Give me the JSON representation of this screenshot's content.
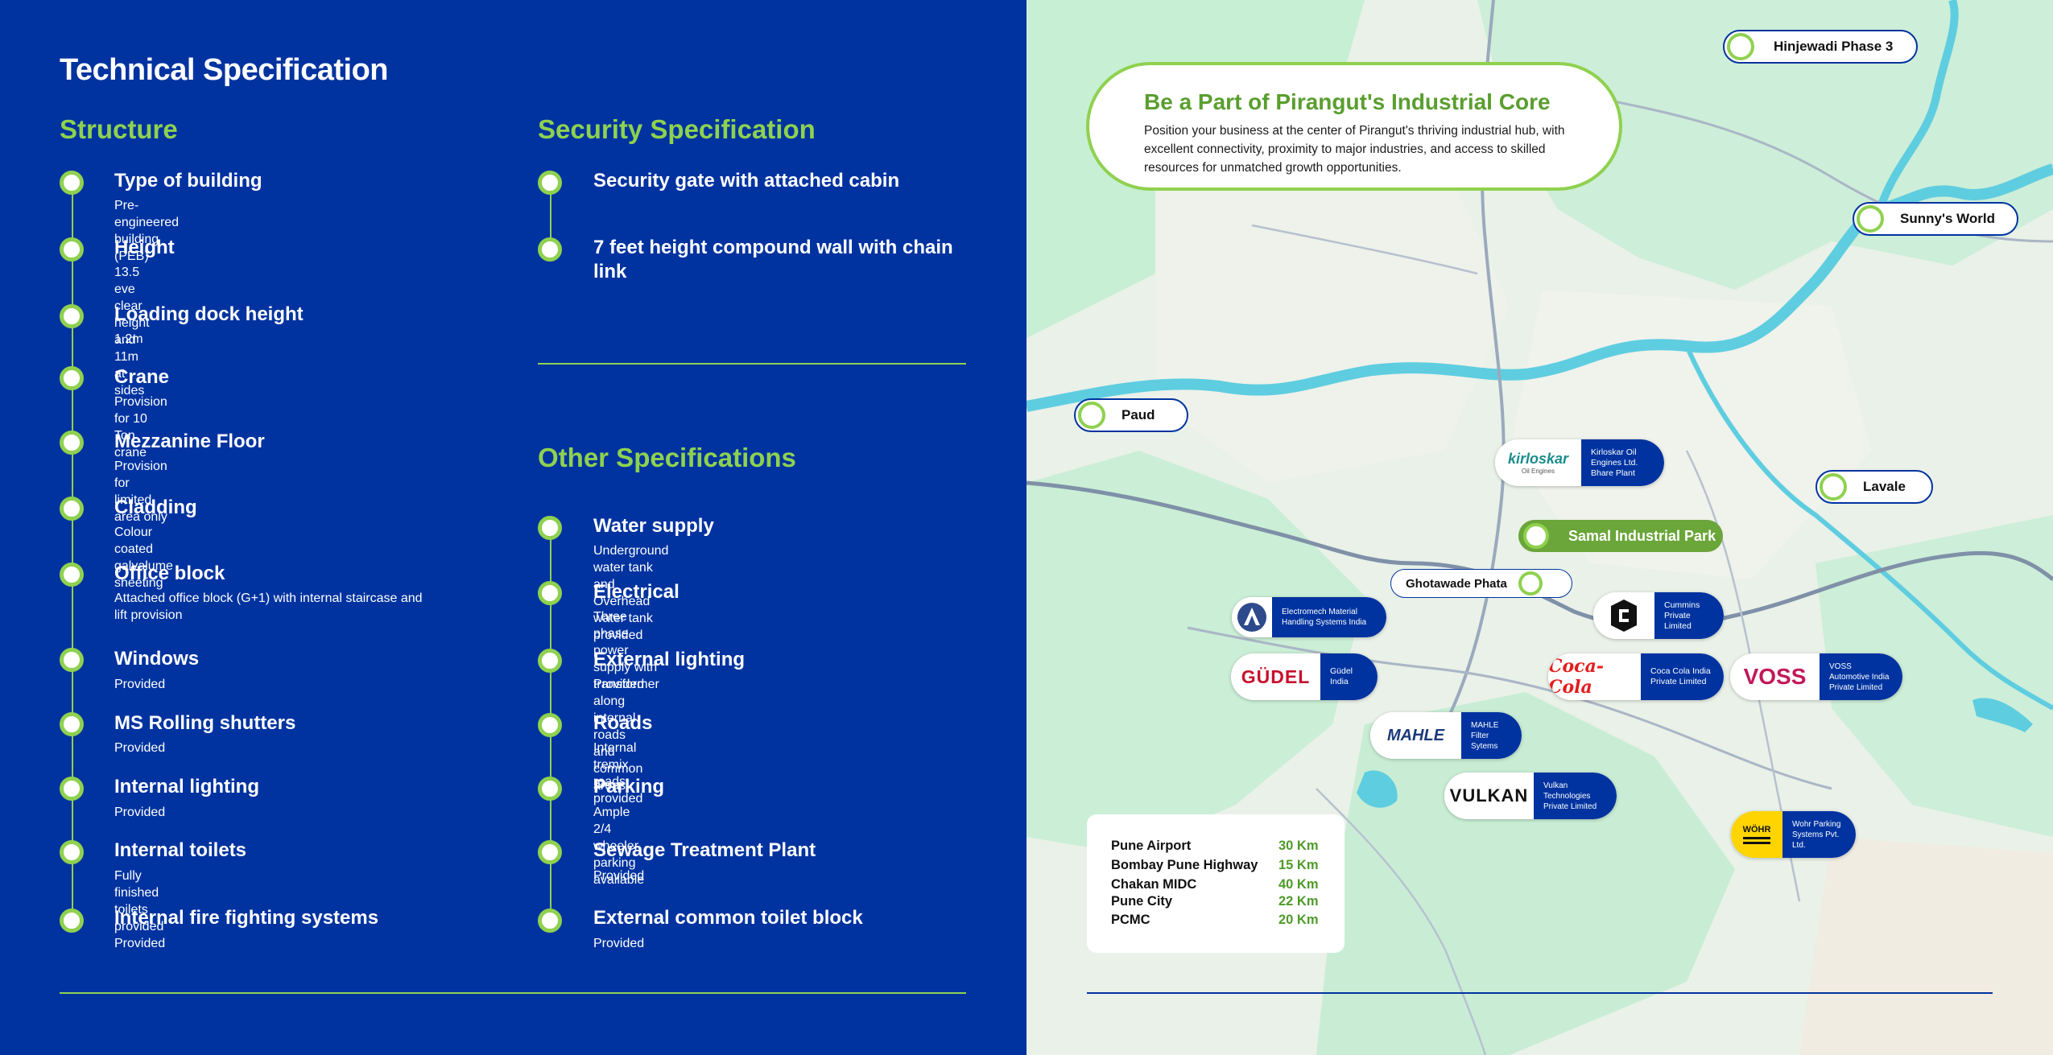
{
  "left": {
    "title": "Technical Specification",
    "structure": {
      "heading": "Structure",
      "items": [
        {
          "title": "Type of building",
          "sub": "Pre-engineered building (PEB)"
        },
        {
          "title": "Height",
          "sub": "13.5 eve clear height and 11m at sides"
        },
        {
          "title": "Loading dock height",
          "sub": "1.2m"
        },
        {
          "title": "Crane",
          "sub": "Provision for 10 Ton crane"
        },
        {
          "title": "Mezzanine Floor",
          "sub": "Provision for limited area only"
        },
        {
          "title": "Cladding",
          "sub": "Colour coated galvalume sheeting"
        },
        {
          "title": "Office block",
          "sub": "Attached office block (G+1) with internal staircase and lift provision"
        },
        {
          "title": "Windows",
          "sub": "Provided"
        },
        {
          "title": "MS Rolling shutters",
          "sub": "Provided"
        },
        {
          "title": "Internal lighting",
          "sub": "Provided"
        },
        {
          "title": "Internal toilets",
          "sub": "Fully finished toilets provided"
        },
        {
          "title": "Internal fire fighting systems",
          "sub": "Provided"
        }
      ]
    },
    "security": {
      "heading": "Security Specification",
      "items": [
        {
          "title": "Security gate with attached cabin"
        },
        {
          "title": "7 feet height compound wall with chain link"
        }
      ]
    },
    "other": {
      "heading": "Other Specifications",
      "items": [
        {
          "title": "Water supply",
          "sub": "Underground water tank and Overhead water tank provided"
        },
        {
          "title": "Electrical",
          "sub": "Three phase power supply with transformer"
        },
        {
          "title": "External lighting",
          "sub": "Provided along internal roads and common areas"
        },
        {
          "title": "Roads",
          "sub": "Internal tremix roads provided"
        },
        {
          "title": "Parking",
          "sub": "Ample 2/4 wheeler parking available"
        },
        {
          "title": "Sewage Treatment Plant",
          "sub": "Provided"
        },
        {
          "title": "External common toilet block",
          "sub": "Provided"
        }
      ]
    }
  },
  "right": {
    "callout": {
      "title": "Be a Part of Pirangut's Industrial Core",
      "body": "Position your business at the center of Pirangut's thriving industrial hub, with excellent connectivity, proximity to major industries, and access to skilled resources for unmatched growth opportunities."
    },
    "places": {
      "hinjewadi": "Hinjewadi Phase 3",
      "sunnys": "Sunny's World",
      "paud": "Paud",
      "lavale": "Lavale",
      "ghotawade": "Ghotawade Phata",
      "samal": "Samal Industrial Park"
    },
    "companies": {
      "kirloskar": {
        "logo": "kirloskar",
        "logo_sub": "Oil Engines",
        "name": "Kirloskar Oil Engines Ltd. Bhare Plant"
      },
      "electromech": {
        "name": "Electromech Material Handling Systems India"
      },
      "gudel": {
        "logo": "GÜDEL",
        "name": "Güdel India"
      },
      "cummins": {
        "name": "Cummins Private Limited"
      },
      "cocacola": {
        "logo": "Coca-Cola",
        "name": "Coca Cola India Private Limited"
      },
      "voss": {
        "logo": "VOSS",
        "name": "VOSS Automotive India Private Limited"
      },
      "mahle": {
        "logo": "MAHLE",
        "name": "MAHLE Filter Sytems"
      },
      "vulkan": {
        "logo": "VULKAN",
        "name": "Vulkan Technologies Private Limited"
      },
      "wohr": {
        "logo": "WÖHR",
        "name": "Wohr Parking Systems Pvt. Ltd."
      }
    },
    "distances": [
      {
        "place": "Pune Airport",
        "km": "30 Km"
      },
      {
        "place": "Bombay Pune Highway",
        "km": "15 Km"
      },
      {
        "place": "Chakan MIDC",
        "km": "40 Km"
      },
      {
        "place": "Pune City",
        "km": "22 Km"
      },
      {
        "place": "PCMC",
        "km": "20 Km"
      }
    ]
  },
  "colors": {
    "navy": "#0033a0",
    "green": "#8fd14f",
    "park_green": "#6aa639"
  }
}
